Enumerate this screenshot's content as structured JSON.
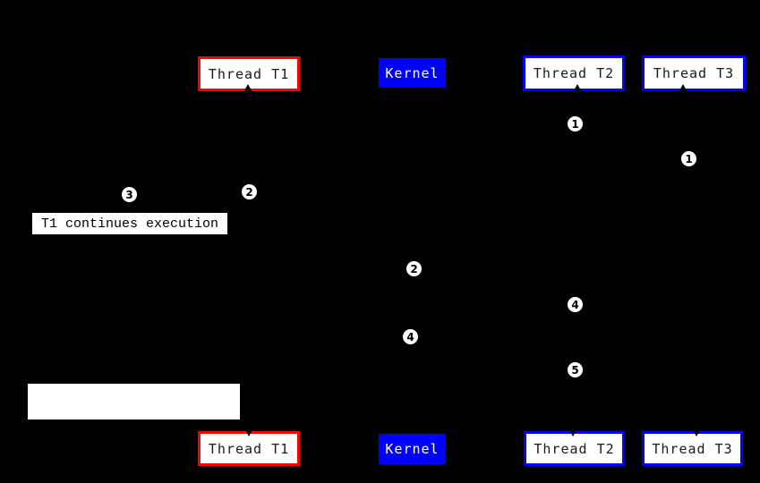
{
  "diagram": {
    "background_color": "#000000",
    "colors": {
      "thread_t1_border": "#ff0000",
      "thread_t2_t3_border": "#0000ff",
      "kernel_fill": "#0000ff",
      "box_fill": "#ffffff",
      "text": "#000000"
    },
    "boxes": {
      "thread_t1": "Thread T1",
      "kernel": "Kernel",
      "thread_t2": "Thread T2",
      "thread_t3": "Thread T3"
    },
    "note": {
      "text": "T1 continues execution"
    },
    "badges": [
      {
        "n": "1"
      },
      {
        "n": "1"
      },
      {
        "n": "3"
      },
      {
        "n": "2"
      },
      {
        "n": "2"
      },
      {
        "n": "4"
      },
      {
        "n": "4"
      },
      {
        "n": "5"
      }
    ]
  }
}
